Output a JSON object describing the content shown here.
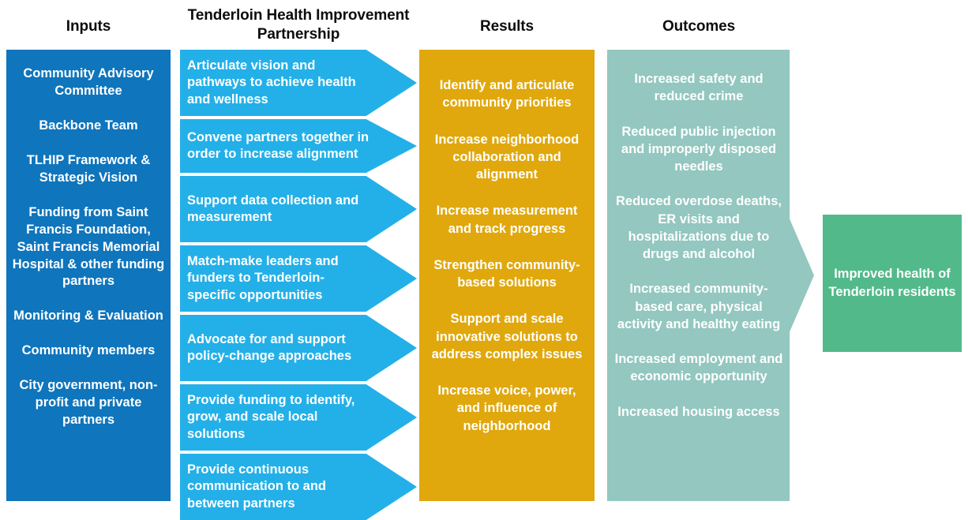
{
  "columns": {
    "inputs": {
      "heading": "Inputs",
      "color": "#0f75bc",
      "items": [
        "Community Advisory Committee",
        "Backbone Team",
        "TLHIP Framework & Strategic Vision",
        "Funding from Saint Francis Foundation, Saint Francis Memorial Hospital & other funding partners",
        "Monitoring & Evaluation",
        "Community members",
        "City government, non-profit and private partners"
      ]
    },
    "tlhip": {
      "heading": "Tenderloin Health Improvement Partnership",
      "color": "#23b0e8",
      "items": [
        "Articulate vision and pathways to achieve health and wellness",
        "Convene partners together in order to increase alignment",
        "Support data collection and measurement",
        "Match-make leaders and funders to Tenderloin-specific opportunities",
        "Advocate for and support policy-change approaches",
        "Provide funding to identify, grow, and scale local solutions",
        "Provide continuous communication to and between partners"
      ]
    },
    "results": {
      "heading": "Results",
      "color": "#e0a80d",
      "items": [
        "Identify and articulate community priorities",
        "Increase neighborhood collaboration and alignment",
        "Increase measurement and track progress",
        "Strengthen community-based solutions",
        "Support and scale innovative solutions to address complex issues",
        "Increase voice, power, and influence of neighborhood"
      ]
    },
    "outcomes": {
      "heading": "Outcomes",
      "color": "#93c7c0",
      "items": [
        "Increased safety and reduced crime",
        "Reduced public injection and improperly disposed needles",
        "Reduced overdose deaths, ER visits and hospitalizations due to drugs and alcohol",
        "Increased community-based care, physical activity and healthy eating",
        "Increased employment and economic opportunity",
        "Increased housing access"
      ]
    },
    "impact": {
      "color": "#52b98b",
      "text": "Improved health of Tenderloin residents"
    }
  }
}
